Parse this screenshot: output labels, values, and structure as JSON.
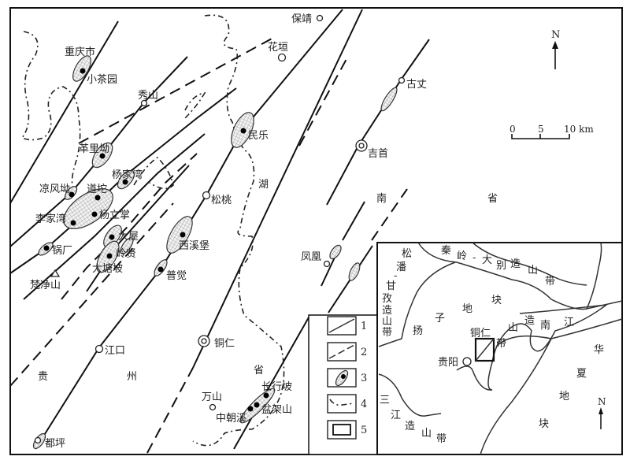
{
  "map": {
    "places": {
      "baojing": "保靖",
      "huayuan": "花垣",
      "chongqingshi": "重庆市",
      "xiaochayuan": "小茶园",
      "xiushan": "秀山",
      "minle": "民乐",
      "guzhang": "古丈",
      "jishou": "吉首",
      "geliao": "革里坳",
      "yangjiawan": "杨家湾",
      "liangfengao": "凉风坳",
      "daotuo": "道坨",
      "songtao": "松桃",
      "lijiawan": "李家湾",
      "yanglizhang": "杨立掌",
      "dawu": "大屋",
      "guochang": "锅厂",
      "xixibao": "西溪堡",
      "lingxian": "岭贤",
      "datangpo": "大塘坡",
      "pujue": "普觉",
      "fenghuang": "凤凰",
      "fanjingshan": "梵净山",
      "tongren": "铜仁",
      "jiangkou": "江口",
      "changxingpo": "长行坡",
      "wanshan": "万山",
      "penjiashan": "盆架山",
      "zhongchaoxi": "中朝溪",
      "duping": "都坪"
    },
    "provinces": {
      "hu": "湖",
      "nan": "南",
      "sheng1": "省",
      "gui": "贵",
      "zhou": "州",
      "sheng2": "省"
    },
    "north_label": "N",
    "scale": {
      "t0": "0",
      "t5": "5",
      "t10": "10 km"
    }
  },
  "legend": {
    "items": [
      "1",
      "2",
      "3",
      "4",
      "5"
    ]
  },
  "inset": {
    "chars": [
      "松",
      "潘",
      "-",
      "甘",
      "孜",
      "造",
      "山",
      "带",
      "秦",
      "岭",
      "-",
      "大",
      "别",
      "造",
      "山",
      "带",
      "块",
      "地",
      "子",
      "扬",
      "山",
      "造",
      "南",
      "江",
      "带",
      "华",
      "夏",
      "地",
      "块",
      "三",
      "江",
      "造",
      "山",
      "带"
    ],
    "tongren": "铜仁",
    "guiyang": "贵阳",
    "north_label": "N"
  }
}
